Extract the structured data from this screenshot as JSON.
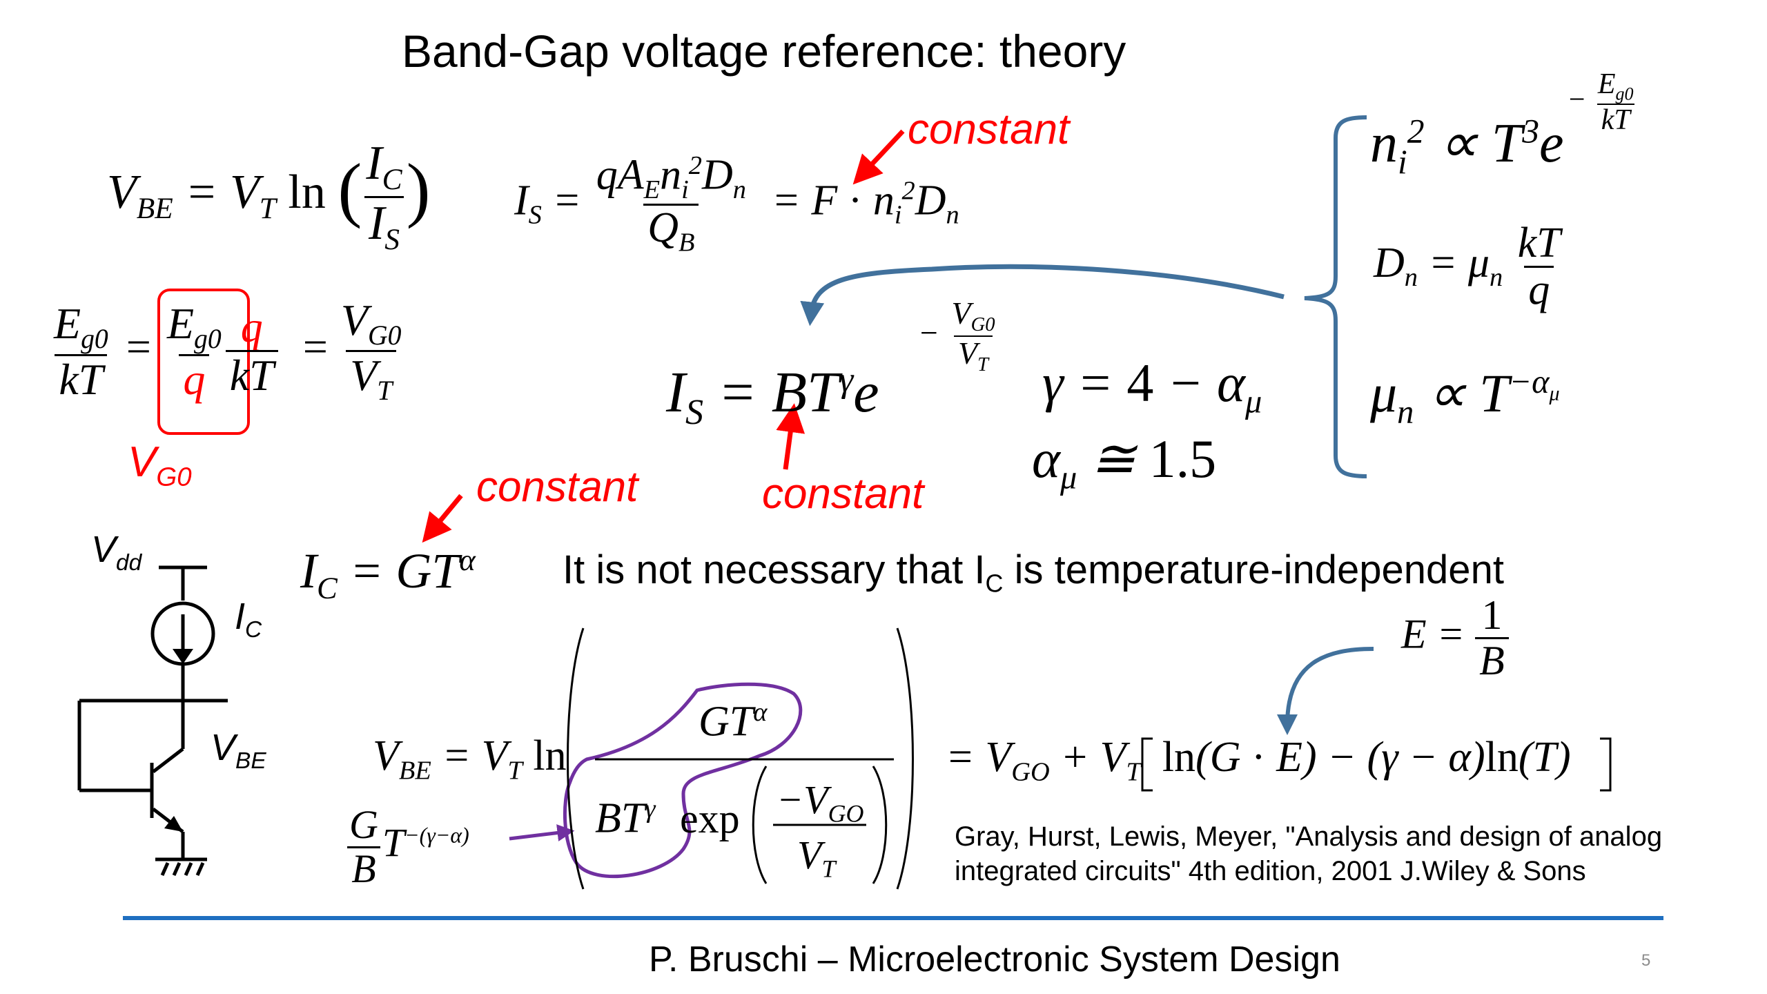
{
  "slide": {
    "title": "Band-Gap voltage reference: theory",
    "footer": "P. Bruschi – Microelectronic System Design",
    "page_number": "5"
  },
  "labels": {
    "constant_top": "constant",
    "constant_mid": "constant",
    "constant_bottom": "constant",
    "vg0_sym": "V",
    "vg0_sub": "G0"
  },
  "note": {
    "text": "It is not necessary that I",
    "sub": "C",
    "rest": " is temperature-independent"
  },
  "circuit": {
    "vdd": "V",
    "vdd_sub": "dd",
    "ic": "I",
    "ic_sub": "C",
    "vbe": "V",
    "vbe_sub": "BE"
  },
  "reference": {
    "line1": "Gray, Hurst, Lewis, Meyer, \"Analysis and design of analog",
    "line2": "integrated circuits\" 4th edition, 2001 J.Wiley & Sons"
  },
  "colors": {
    "accent_red": "#ff0000",
    "arrow_blue": "#41719c",
    "rule_blue": "#1f6fc0",
    "highlight_purple": "#7030a0"
  }
}
